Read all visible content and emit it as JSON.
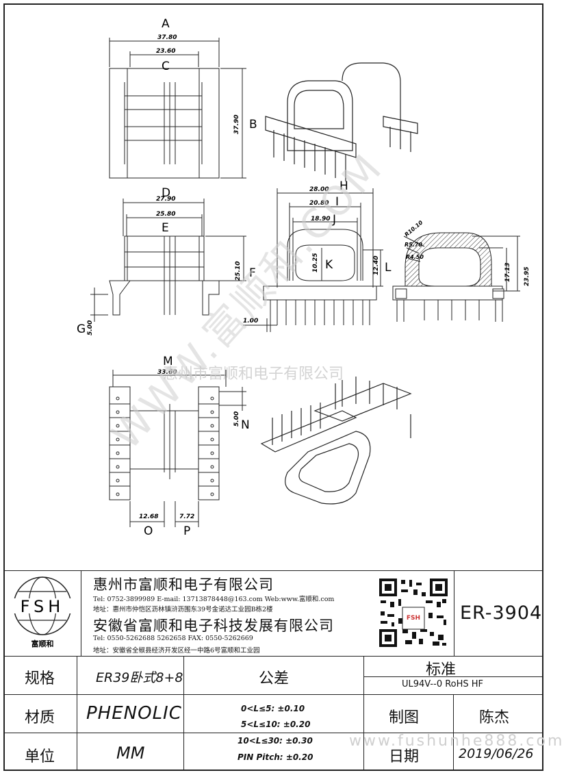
{
  "watermark": {
    "diagonal": "WWW.富顺和.COM",
    "company": "惠州市富顺和电子有限公司",
    "site": "www.fushunhe888.com"
  },
  "drawing": {
    "labels": {
      "A": "A",
      "B": "B",
      "C": "C",
      "D": "D",
      "E": "E",
      "F": "F",
      "G": "G",
      "H": "H",
      "I": "I",
      "J": "J",
      "K": "K",
      "L": "L",
      "M": "M",
      "N": "N",
      "O": "O",
      "P": "P"
    },
    "dims": {
      "A": "37.80",
      "C": "23.60",
      "B": "37.90",
      "D": "27.90",
      "E": "25.80",
      "F": "25.10",
      "G": "5.00",
      "H": "28.00",
      "I": "20.80",
      "J": "18.90",
      "K": "10.25",
      "L": "12.40",
      "pitch": "1.00",
      "side_h1": "17.13",
      "side_h2": "23.95",
      "M": "33.60",
      "N": "5.00",
      "O": "12.68",
      "P": "7.72",
      "r1": "R10.10",
      "r2": "R5.70",
      "r3": "R4.50"
    }
  },
  "title_block": {
    "logo_text": "FSH",
    "logo_name": "富顺和",
    "company1": "惠州市富顺和电子有限公司",
    "company1_tel": "Tel:  0752-3899989  E-mail: 13713878448@163.com  Web:www.富顺和.com",
    "company1_addr": "地址：惠州市仲恺区沥林镇浒沥围东39号金诺达工业园B栋2楼",
    "company2": "安徽省富顺和电子科技发展有限公司",
    "company2_tel": "Tel:  0550-5262688  5262658      FAX: 0550-5262669",
    "company2_addr": "地址：安徽省全椒县经济开发区经一中路6号富顺和工业园",
    "qr_center": "FSH",
    "part_no": "ER-3904",
    "spec_label": "规格",
    "spec_value": "ER39卧式8+8",
    "tolerance_label": "公差",
    "standard_label": "标准",
    "standard_value": "UL94V--0  RoHS HF",
    "material_label": "材质",
    "material_value": "PHENOLIC",
    "unit_label": "单位",
    "unit_value": "MM",
    "tolerances": [
      "0<L≤5: ±0.10",
      "5<L≤10: ±0.20",
      "10<L≤30: ±0.30",
      "PIN Pitch: ±0.20"
    ],
    "drawn_label": "制图",
    "drawn_value": "陈杰",
    "date_label": "日期",
    "date_value": "2019/06/26"
  }
}
